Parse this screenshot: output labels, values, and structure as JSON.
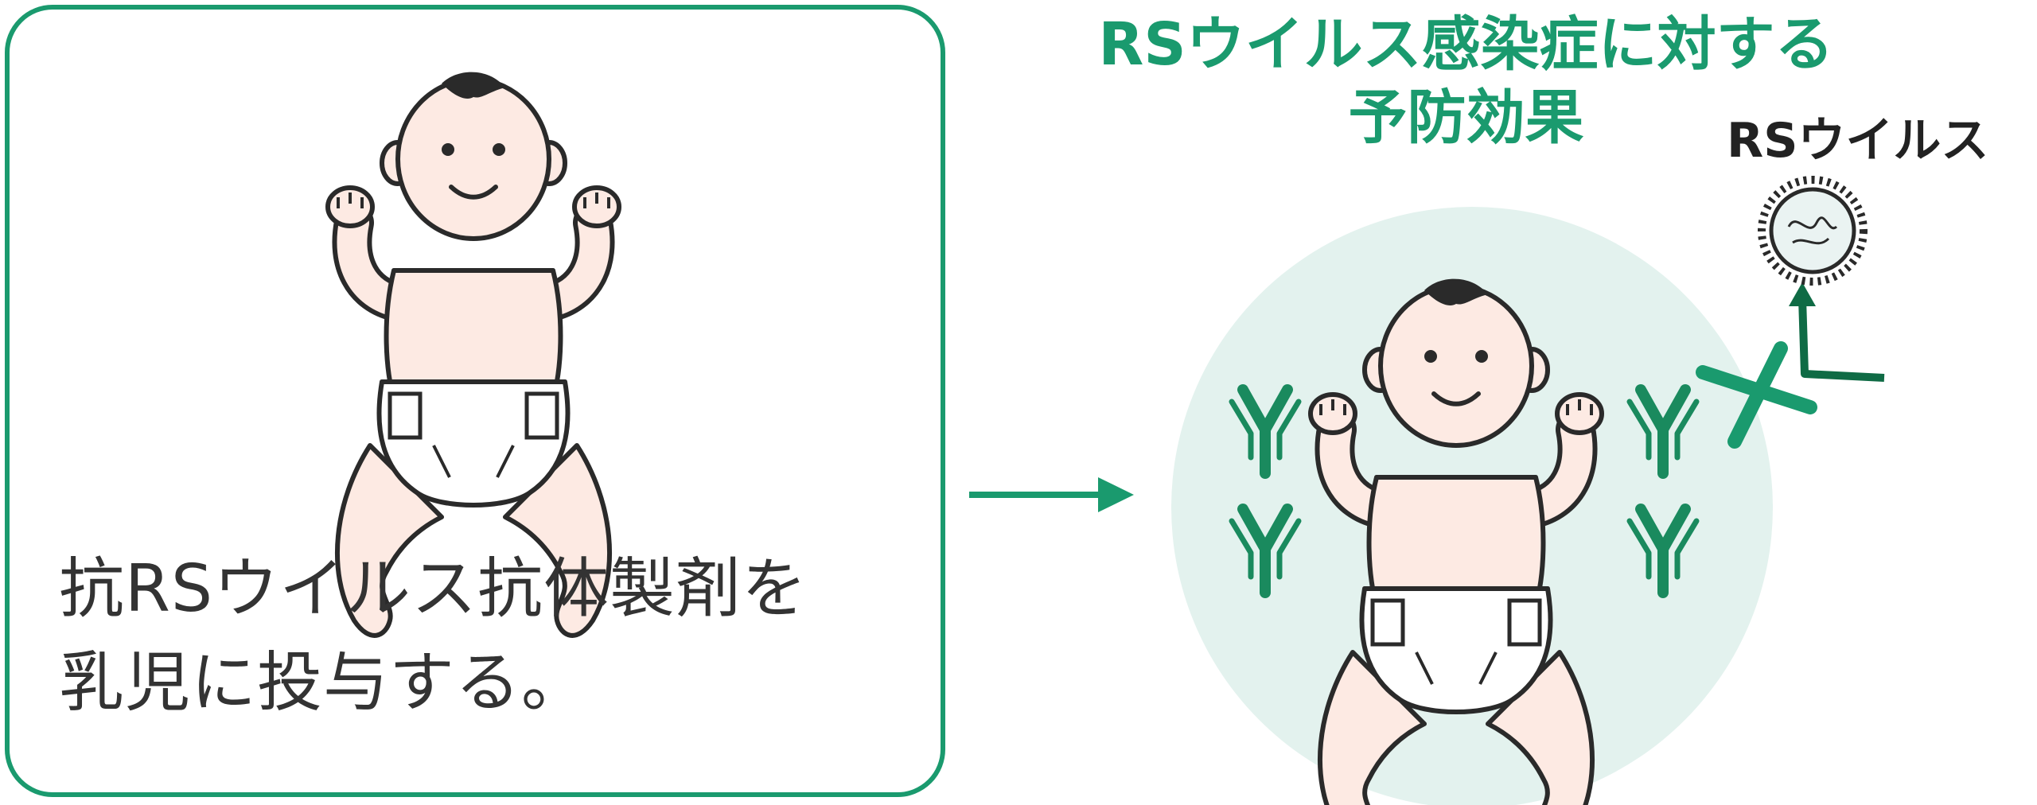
{
  "left_panel": {
    "caption_line1": "抗RSウイルス抗体製剤を",
    "caption_line2": "乳児に投与する。"
  },
  "effect": {
    "title_line1": "RSウイルス感染症に対する",
    "title_line2": "予防効果"
  },
  "virus": {
    "label": "RSウイルス"
  },
  "colors": {
    "accent": "#1a9a6e",
    "dark_accent": "#0f6b45",
    "protection_circle": "#e3f2ee",
    "skin": "#fdeae3",
    "outline": "#2a2a2a"
  },
  "icons": [
    "baby-illustration",
    "arrow-right-icon",
    "antibody-icon",
    "virus-icon",
    "block-x-icon",
    "deflect-arrow-icon"
  ]
}
